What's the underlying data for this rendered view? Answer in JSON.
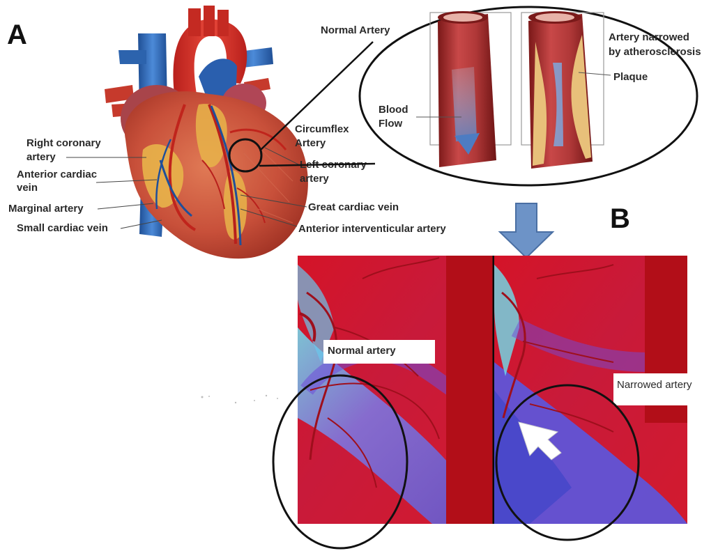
{
  "panels": {
    "a": "A",
    "b": "B"
  },
  "heart_labels": {
    "right_coronary_artery": [
      "Right coronary",
      "artery"
    ],
    "anterior_cardiac_vein": [
      "Anterior cardiac",
      "vein"
    ],
    "marginal_artery": "Marginal artery",
    "small_cardiac_vein": "Small cardiac vein",
    "circumflex_artery": [
      "Circumflex",
      "Artery"
    ],
    "left_coronary_artery": [
      "Left coronary",
      "artery"
    ],
    "great_cardiac_vein": "Great cardiac vein",
    "anterior_interventricular_artery": "Anterior interventicular artery"
  },
  "zoom_labels": {
    "normal_artery": "Normal Artery",
    "narrowed_artery": [
      "Artery narrowed",
      "by atherosclerosis"
    ],
    "plaque": "Plaque",
    "blood_flow": [
      "Blood",
      "Flow"
    ]
  },
  "angiogram_labels": {
    "normal": "Normal artery",
    "narrowed": "Narrowed artery"
  },
  "colors": {
    "myocardium": "#c8503a",
    "aorta": "#d8322a",
    "vein": "#2f6fc0",
    "fat": "#e9b84a",
    "angiogram_red": "#d0142a",
    "angiogram_blue": "#6a70e0",
    "down_arrow": "#6d93c7"
  }
}
